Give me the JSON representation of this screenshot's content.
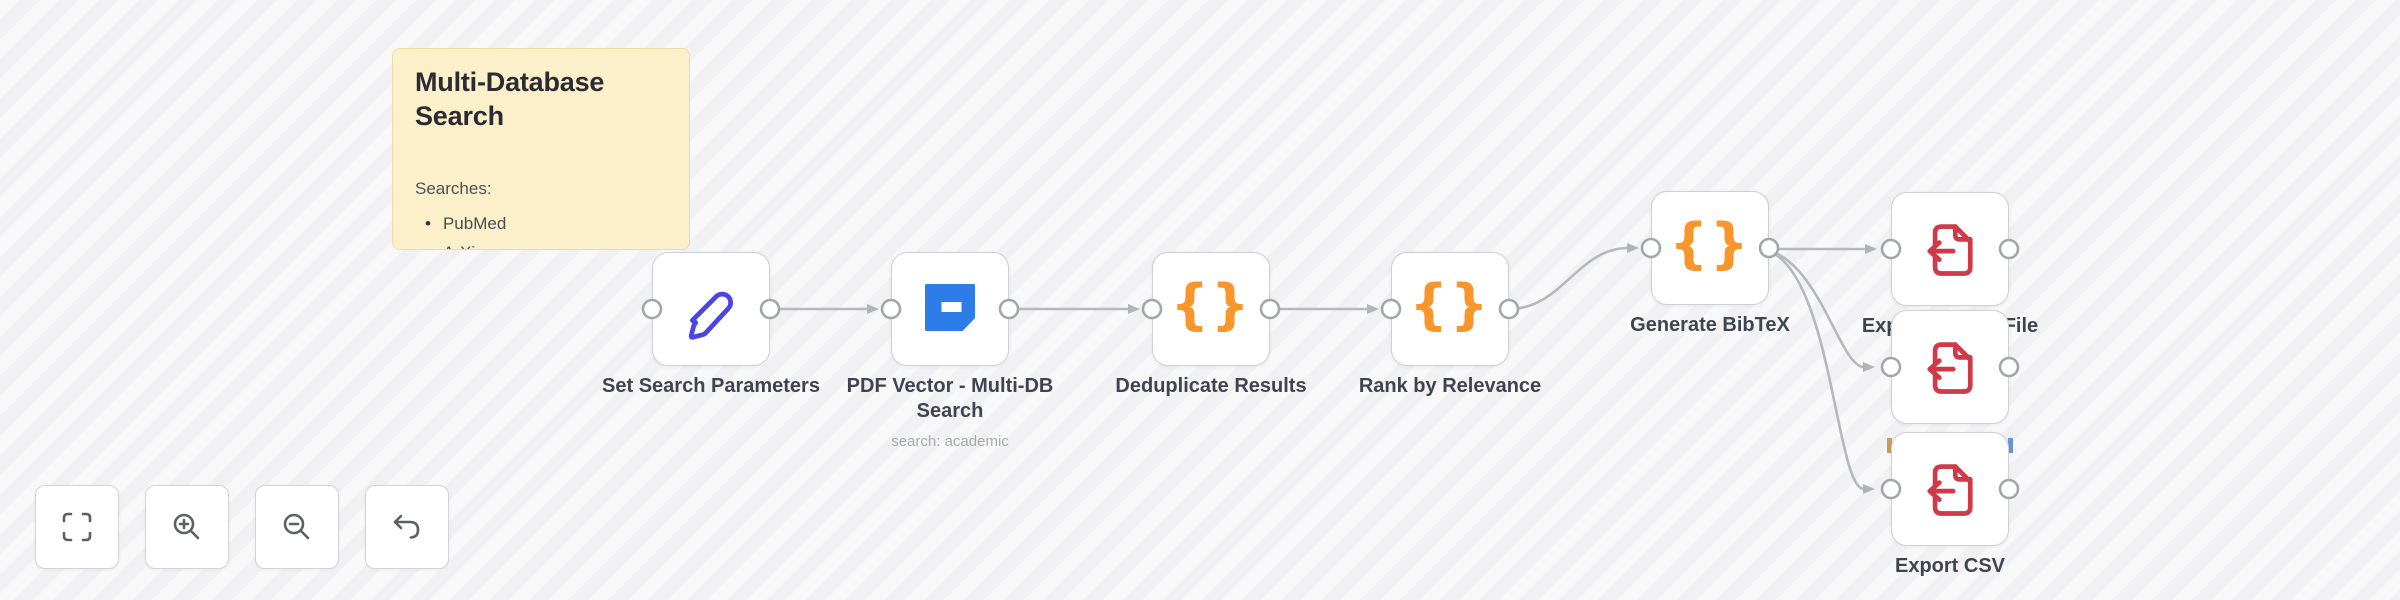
{
  "colors": {
    "canvas_bg": "#f6f6f7",
    "sticky_bg": "#fcf0cb",
    "node_border": "#cdd0d4",
    "edge_gray": "#b5b8bc",
    "code_icon_orange": "#f8962c",
    "pencil_icon_blue": "#4a45e4",
    "pdfvector_icon_blue": "#2e7ce8",
    "file_export_icon_red": "#cf3948",
    "label_text": "#3e4450",
    "occluded_fragment_left": "#c99a62",
    "occluded_fragment_right": "#6b93d8"
  },
  "sticky_note": {
    "title": "Multi-Database Search",
    "intro": "Searches:",
    "bullets": [
      "PubMed",
      "ArXiv"
    ]
  },
  "nodes": [
    {
      "id": "set-search-parameters",
      "label": "Set Search Parameters",
      "icon": "pencil-icon"
    },
    {
      "id": "pdf-vector-multi-db-search",
      "label": "PDF Vector - Multi-DB Search",
      "subtitle": "search: academic",
      "icon": "pdf-vector-icon"
    },
    {
      "id": "deduplicate-results",
      "label": "Deduplicate Results",
      "icon": "code-braces-icon"
    },
    {
      "id": "rank-by-relevance",
      "label": "Rank by Relevance",
      "icon": "code-braces-icon"
    },
    {
      "id": "generate-bibtex",
      "label": "Generate BibTeX",
      "icon": "code-braces-icon"
    },
    {
      "id": "export-bibtex-file",
      "label": "Export BibTeX File",
      "icon": "file-export-icon"
    },
    {
      "id": "export-file-2",
      "label": "",
      "icon": "file-export-icon"
    },
    {
      "id": "export-csv",
      "label": "Export CSV",
      "icon": "file-export-icon"
    }
  ],
  "icons": {
    "code_glyph": "{}"
  },
  "controls": {
    "zoom_to_fit": "zoom to fit",
    "zoom_in": "zoom in",
    "zoom_out": "zoom out",
    "reset_zoom": "reset zoom"
  }
}
